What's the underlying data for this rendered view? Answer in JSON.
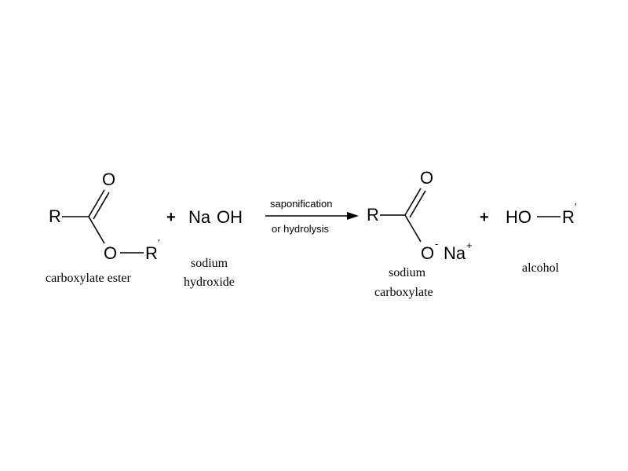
{
  "reactants": {
    "ester": {
      "atoms": {
        "r": "R",
        "carbonyl_o": "O",
        "ester_o": "O",
        "r_prime": "R",
        "prime": "′"
      },
      "caption": "carboxylate ester"
    },
    "plus": "+",
    "base": {
      "formula_na": "Na",
      "formula_oh": "OH",
      "caption_line1": "sodium",
      "caption_line2": "hydroxide"
    }
  },
  "arrow": {
    "top_label": "saponification",
    "bottom_label": "or hydrolysis"
  },
  "products": {
    "salt": {
      "atoms": {
        "r": "R",
        "carbonyl_o": "O",
        "anion_o": "O",
        "minus": "-",
        "na": "Na",
        "plus_charge": "+"
      },
      "caption_line1": "sodium",
      "caption_line2": "carboxylate"
    },
    "plus": "+",
    "alcohol": {
      "atoms": {
        "ho": "HO",
        "r_prime": "R",
        "prime": "′"
      },
      "caption": "alcohol"
    }
  }
}
